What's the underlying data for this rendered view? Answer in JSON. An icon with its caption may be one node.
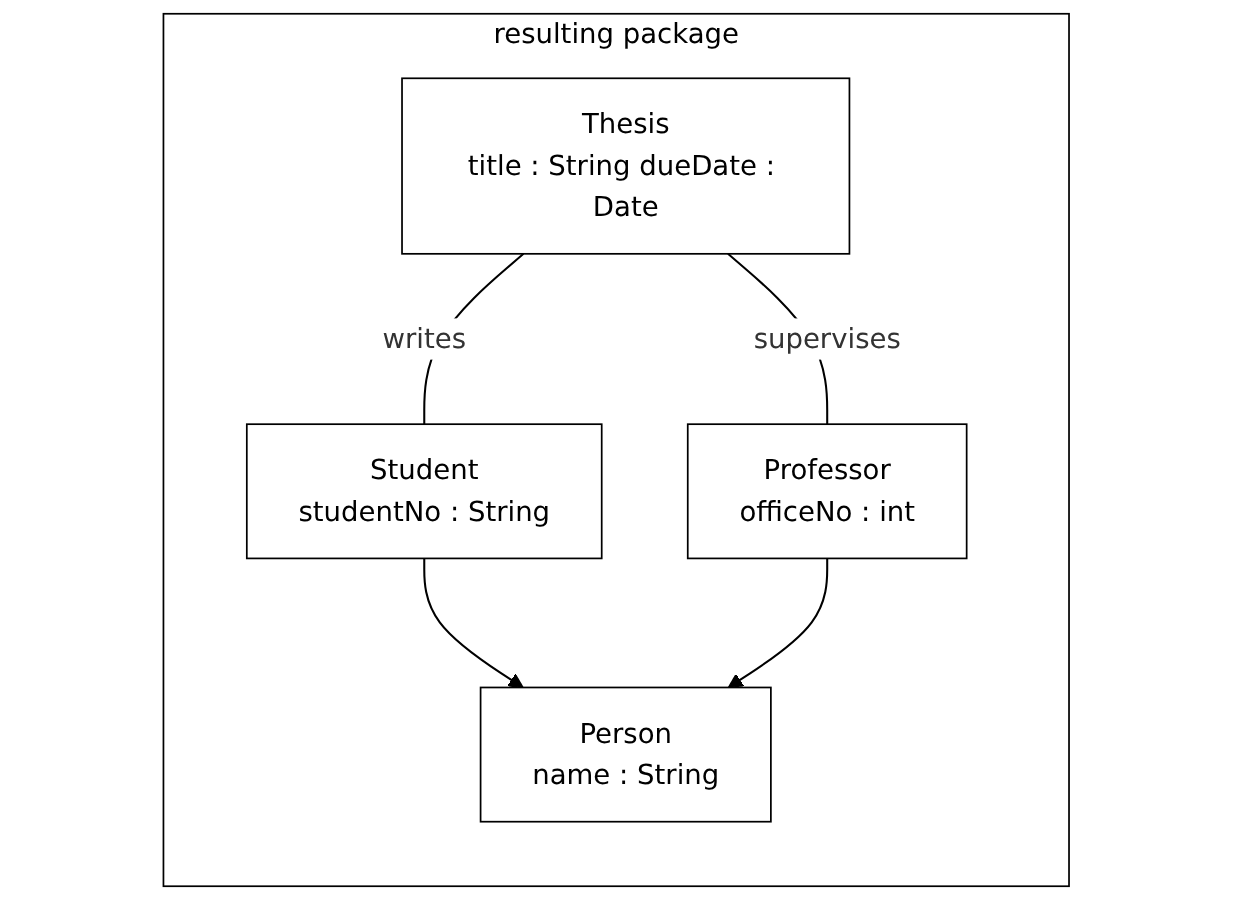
{
  "diagram": {
    "nodes": [
      {
        "text": [
          "resulting package"
        ]
      },
      {
        "text": [
          "Person",
          "name : String"
        ],
        "in": 0
      },
      {
        "text": [
          "Student",
          "studentNo : String"
        ],
        "in": 0
      },
      {
        "text": [
          "Professor",
          "officeNo : int"
        ],
        "in": 0
      },
      {
        "text": [
          "Thesis",
          "title : String dueDate : Date"
        ],
        "in": 0
      }
    ],
    "edges": [
      {
        "from": 2,
        "to": 1,
        "arrow": "to"
      },
      {
        "from": 3,
        "to": 1,
        "arrow": "to"
      },
      {
        "from": 4,
        "to": 2,
        "arrow": "none",
        "label": "writes"
      },
      {
        "from": 4,
        "to": 3,
        "arrow": "none",
        "label": "supervises"
      }
    ]
  }
}
